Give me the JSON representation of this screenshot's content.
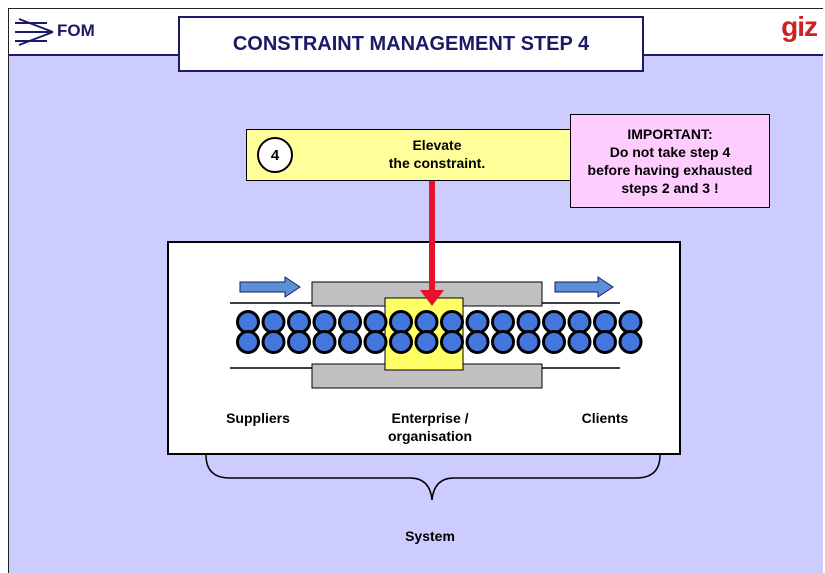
{
  "header": {
    "logo_left": "FOM",
    "logo_right": "giz",
    "title": "CONSTRAINT MANAGEMENT STEP 4"
  },
  "step": {
    "number": "4",
    "line1": "Elevate",
    "line2": "the constraint."
  },
  "important": {
    "lines": [
      "IMPORTANT:",
      "Do not take step 4",
      "before having exhausted",
      "steps 2 and 3 !"
    ]
  },
  "system": {
    "suppliers": "Suppliers",
    "enterprise_line1": "Enterprise /",
    "enterprise_line2": "organisation",
    "clients": "Clients",
    "label": "System"
  },
  "colors": {
    "background": "#ccccff",
    "title_text": "#1a1a66",
    "step_fill": "#ffff99",
    "important_fill": "#ffccff",
    "arrow_red": "#e8102a",
    "ball_blue": "#4477dd",
    "flow_arrow": "#5b8fd6",
    "pipe_gray": "#c0c0c0",
    "constraint_yellow": "#ffff66",
    "giz_red": "#cc2222"
  },
  "icons": {
    "fom_logo": "fom-arrow-icon",
    "red_arrow": "down-arrow-icon",
    "flow_left": "right-arrow-icon",
    "flow_right": "right-arrow-icon"
  }
}
